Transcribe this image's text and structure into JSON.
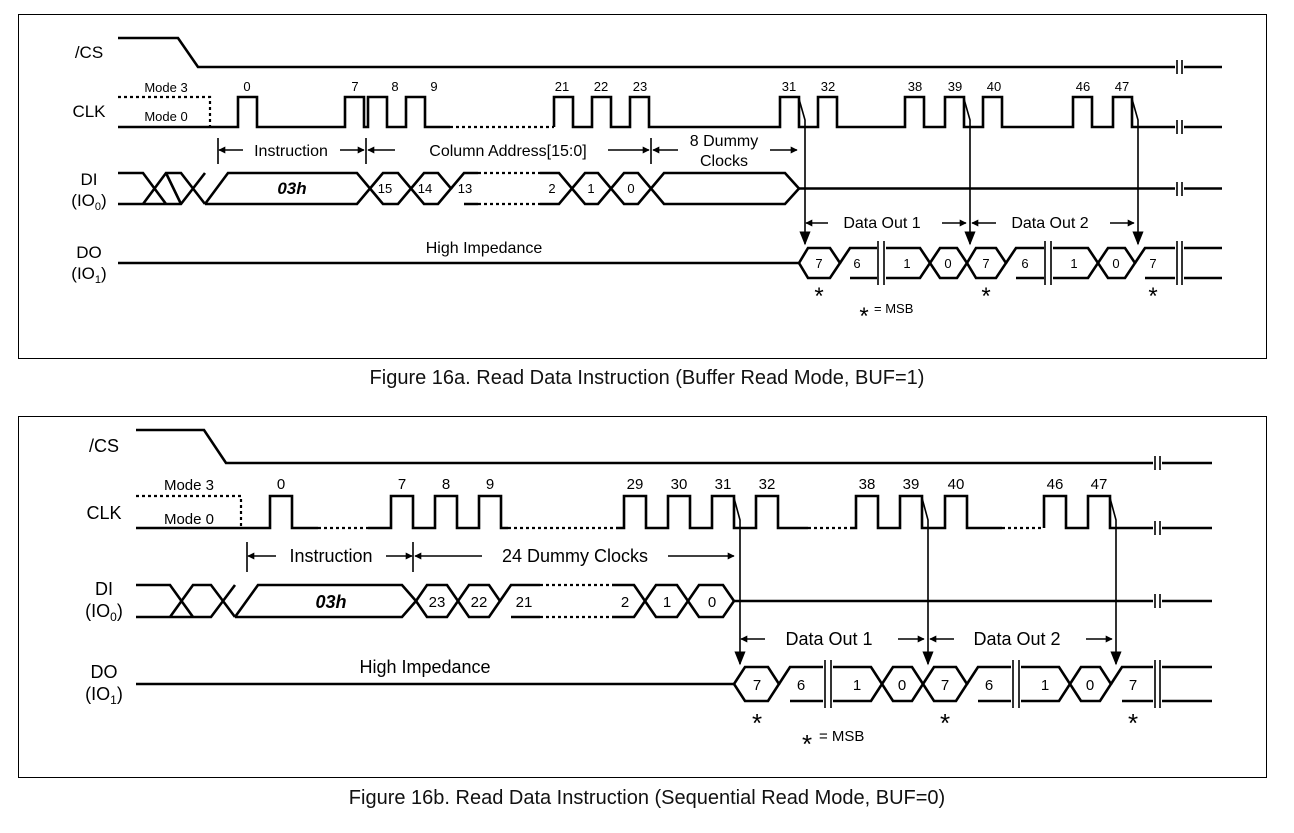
{
  "fig_a": {
    "caption": "Figure 16a. Read Data Instruction (Buffer Read Mode, BUF=1)",
    "signal_cs": "/CS",
    "signal_clk": "CLK",
    "signal_di": "DI",
    "signal_di_sub": "(IO",
    "signal_do": "DO",
    "signal_do_sub": "(IO",
    "io0_index": "0",
    "io1_index": "1",
    "paren_close": ")",
    "mode3": "Mode 3",
    "mode0": "Mode 0",
    "clk_numbers": [
      "0",
      "7",
      "8",
      "9",
      "21",
      "22",
      "23",
      "31",
      "32",
      "38",
      "39",
      "40",
      "46",
      "47"
    ],
    "instruction": "Instruction",
    "address": "Column Address[15:0]",
    "dummy_line1": "8 Dummy",
    "dummy_line2": "Clocks",
    "opcode": "03h",
    "di_bits": [
      "15",
      "14",
      "13",
      "2",
      "1",
      "0"
    ],
    "data_out_1": "Data Out 1",
    "data_out_2": "Data Out 2",
    "high_impedance": "High Impedance",
    "do_bits": [
      "7",
      "6",
      "1",
      "0",
      "7",
      "6",
      "1",
      "0",
      "7"
    ],
    "msb_star": "*",
    "msb_legend": "= MSB"
  },
  "fig_b": {
    "caption": "Figure 16b. Read Data Instruction (Sequential Read Mode, BUF=0)",
    "signal_cs": "/CS",
    "signal_clk": "CLK",
    "signal_di": "DI",
    "signal_di_sub": "(IO",
    "signal_do": "DO",
    "signal_do_sub": "(IO",
    "io0_index": "0",
    "io1_index": "1",
    "paren_close": ")",
    "mode3": "Mode 3",
    "mode0": "Mode 0",
    "clk_numbers": [
      "0",
      "7",
      "8",
      "9",
      "29",
      "30",
      "31",
      "32",
      "38",
      "39",
      "40",
      "46",
      "47"
    ],
    "instruction": "Instruction",
    "dummy": "24 Dummy Clocks",
    "opcode": "03h",
    "di_bits": [
      "23",
      "22",
      "21",
      "2",
      "1",
      "0"
    ],
    "data_out_1": "Data Out 1",
    "data_out_2": "Data Out 2",
    "high_impedance": "High Impedance",
    "do_bits": [
      "7",
      "6",
      "1",
      "0",
      "7",
      "6",
      "1",
      "0",
      "7"
    ],
    "msb_star": "*",
    "msb_legend": "= MSB"
  }
}
